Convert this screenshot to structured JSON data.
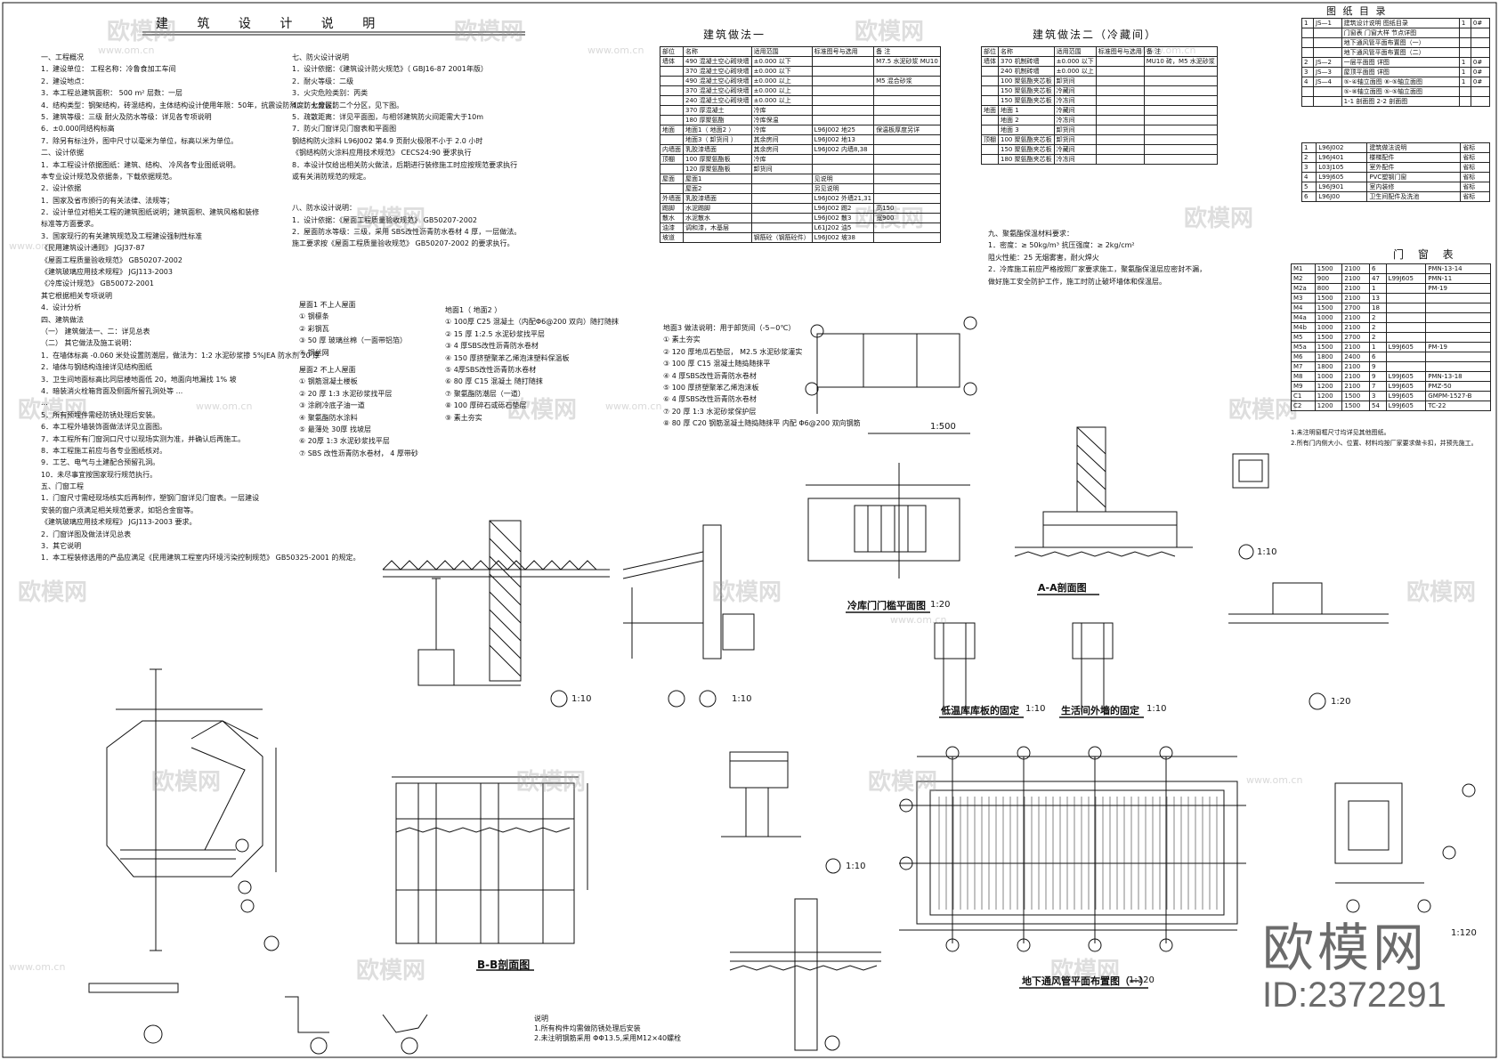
{
  "design_notes": {
    "title": "建 筑 设 计 说 明",
    "lines": [
      "一、工程概况",
      "1．建设单位：                       工程名称：冷鲁食加工车间",
      "2．建设地点：",
      "3．本工程总建筑面积： 500 m²    层数：一层",
      "4．结构类型：钢架结构，砖混结构，主体结构设计使用年限：50年，抗震设防烈度：七度设防",
      "5．建筑等级：三级   耐火及防水等级：详见各专项说明",
      "6．±0.000同结构标高",
      "7．除另有标注外，图中尺寸以毫米为单位，标高以米为单位。",
      "二、设计依据",
      "1．本工程设计依据图纸：建筑、结构、   冷风各专业图纸说明。",
      "   本专业设计规范及依据条，下载依据规范。",
      "2．设计依据",
      "1．国家及省市颁行的有关法律、法规等；",
      "2．设计单位对相关工程的建筑图纸说明；建筑面积、建筑风格和装修",
      "   标准等方面要求。",
      "3．国家现行的有关建筑规范及工程建设强制性标准",
      "   《民用建筑设计通则》                JGJ37-87",
      "   《屋面工程质量验收规范》            GB50207-2002",
      "   《建筑玻璃应用技术规程》            JGJ113-2003",
      "   《冷库设计规范》                    GB50072-2001",
      "   其它根据相关专项说明",
      "4．设计分析",
      "四、建筑做法",
      "（一）  建筑做法一、二：详见总表",
      "（二）  其它做法及施工说明：",
      "1．在墙体标高 -0.060 米处设置防潮层，做法为：1:2 水泥砂浆掺 5%JEA 防水剂 20 厚",
      "2．墙体与钢结构连接详见结构图纸",
      "3．卫生间地面标高比同层楼地面低 20，地面向地漏找 1% 坡",
      "4．暗装消火栓箱背面及侧面所留孔洞处等 ...",
      "   ...",
      "5．所有预埋件需经防锈处理后安装。",
      "6．本工程外墙装饰面做法详见立面图。",
      "7．本工程所有门窗洞口尺寸以现场实测为准，并确认后再施工。",
      "8．本工程施工前应与各专业图纸核对。",
      "9．工艺、电气与土建配合预留孔洞。",
      "10．未尽事宜按国家现行规范执行。",
      "五、门窗工程",
      "1．门窗尺寸需经现场核实后再制作，塑钢门窗详见门窗表。一层建设",
      "   安装的窗户须满足相关规范要求，如铝合金窗等。",
      "   《建筑玻璃应用技术规程》 JGJ113-2003   要求。",
      "2．门窗详图及做法详见总表",
      "3．其它说明",
      "1．本工程装修选用的产品应满足《民用建筑工程室内环境污染控制规范》 GB50325-2001   的规定。"
    ]
  },
  "fire_notes": {
    "lines": [
      "七、防火设计说明",
      "1．设计依据：《建筑设计防火规范》（ GBJ16-87 2001年版）",
      "2．耐火等级：二级",
      "3．火灾危险类别：丙类",
      "4．防火分区：二个分区，见下图。",
      "5．疏散距离：详见平面图，与相邻建筑防火间距需大于10m",
      "7．防火门窗详见门窗表和平面图",
      "   钢结构防火涂料 L96J002 第4.9 页耐火极限不小于 2.0  小时",
      "   《钢结构防火涂料应用技术规范》 CECS24:90   要求执行",
      "8．本设计仅给出相关防火做法，后期进行装修施工时应按规范要求执行",
      "   或有关消防规范的规定。",
      "八、防水设计说明：",
      "1．设计依据：《屋面工程质量验收规范》 GB50207-2002",
      "2．屋面防水等级：三级，采用 SBS改性沥青防水卷材 4 厚，一层做法。",
      "   施工要求按《屋面工程质量验收规范》 GB50207-2002 的要求执行。"
    ]
  },
  "roof_specs": {
    "left_lines": [
      "屋面1     不上人屋面",
      "①   钢檩条",
      "②   彩钢瓦",
      "③   50 厚 玻璃丝棉（一面带铝箔）",
      "④   钢丝网",
      "屋面2     不上人屋面",
      "①   钢筋混凝土楼板",
      "②   20 厚 1:3 水泥砂浆找平层",
      "③   涂刷冷底子油一道",
      "④   聚氨酯防水涂料",
      "⑤   最薄处 30厚 找坡层",
      "⑥   20厚 1:3 水泥砂浆找平层",
      "⑦   SBS 改性沥青防水卷材， 4 厚带砂"
    ],
    "right_lines": [
      "地面1（ 地面2 ）",
      "①   100厚 C25 混凝土（内配Φ6@200 双向）随打随抹",
      "②   15 厚 1:2.5 水泥砂浆找平层",
      "③   4 厚SBS改性沥青防水卷材",
      "④   150 厚挤塑聚苯乙烯泡沫塑料保温板",
      "⑤   4厚SBS改性沥青防水卷材",
      "⑥   80 厚 C15 混凝土 随打随抹",
      "⑦   聚氨酯防潮层（一道）",
      "⑧   100 厚碎石或砾石垫层",
      "⑨   素土夯实"
    ]
  },
  "floor_notes": {
    "lines": [
      "地面3       做法说明：用于卸货间（-5~0℃）",
      "①   素土夯实",
      "②   120 厚地瓜石垫层， M2.5 水泥砂浆灌实",
      "③   100 厚 C15 混凝土随捣随抹平",
      "④   4 厚SBS改性沥青防水卷材",
      "⑤   100 厚挤塑聚苯乙烯泡沫板",
      "⑥   4 厚SBS改性沥青防水卷材",
      "⑦   20 厚 1:3 水泥砂浆保护层",
      "⑧   80 厚 C20 钢筋混凝土随捣随抹平 内配 Φ6@200 双向钢筋"
    ]
  },
  "method1": {
    "title": "建筑做法一",
    "headers": [
      "部位",
      "名称",
      "适用范围",
      "标准图号与选用",
      "备 注"
    ],
    "rows": [
      [
        "墙体",
        "490 混凝土空心砌块墙",
        "±0.000 以下",
        "",
        "M7.5 水泥砂浆 MU10"
      ],
      [
        "",
        "370 混凝土空心砌块墙",
        "±0.000 以下",
        "",
        ""
      ],
      [
        "",
        "490 混凝土空心砌块墙",
        "±0.000 以上",
        "",
        "M5 混合砂浆"
      ],
      [
        "",
        "370 混凝土空心砌块墙",
        "±0.000 以上",
        "",
        ""
      ],
      [
        "",
        "240 混凝土空心砌块墙",
        "±0.000 以上",
        "",
        ""
      ],
      [
        "",
        "370 厚混凝土",
        "冷库",
        "",
        ""
      ],
      [
        "",
        "180 厚聚氨酯",
        "冷库保温",
        "",
        ""
      ],
      [
        "地面",
        "地面1（ 地面2 ）",
        "冷库",
        "L96J002 地25",
        "保温板厚度另详"
      ],
      [
        "",
        "地面3（ 卸货间 ）",
        "其余房间",
        "L96J002 地13",
        ""
      ],
      [
        "内墙面",
        "乳胶漆墙面",
        "其余房间",
        "L96J002 内墙8,38",
        ""
      ],
      [
        "顶棚",
        "100 厚聚氨酯板",
        "冷库",
        "",
        ""
      ],
      [
        "",
        "120 厚聚氨酯板",
        "卸货间",
        "",
        ""
      ],
      [
        "屋面",
        "屋面1",
        "",
        "见说明",
        ""
      ],
      [
        "",
        "屋面2",
        "",
        "另见说明",
        ""
      ],
      [
        "外墙面",
        "乳胶漆墙面",
        "",
        "L96J002 外墙21,31",
        ""
      ],
      [
        "踢脚",
        "水泥踢脚",
        "",
        "L96J002 踢2",
        "高150"
      ],
      [
        "散水",
        "水泥散水",
        "",
        "L96J002 散3",
        "宽900"
      ],
      [
        "油漆",
        "调和漆，木基层",
        "",
        "L61J202 油5",
        ""
      ],
      [
        "坡道",
        "",
        "钢筋砼（钢筋砼件）",
        "L96J002 坡38",
        ""
      ]
    ]
  },
  "method2": {
    "title": "建筑做法二（冷藏间）",
    "headers": [
      "部位",
      "名称",
      "适用范围",
      "标准图号与选用",
      "备 注"
    ],
    "rows": [
      [
        "墙体",
        "370 机制砖墙",
        "±0.000 以下",
        "",
        "MU10 砖，M5 水泥砂浆"
      ],
      [
        "",
        "240 机制砖墙",
        "±0.000 以上",
        "",
        ""
      ],
      [
        "",
        "100 聚氨酯夹芯板",
        "卸货间",
        "",
        ""
      ],
      [
        "",
        "150 聚氨酯夹芯板",
        "冷藏间",
        "",
        ""
      ],
      [
        "",
        "150 聚氨酯夹芯板",
        "冷冻间",
        "",
        ""
      ],
      [
        "地面",
        "地面 1",
        "冷藏间",
        "",
        ""
      ],
      [
        "",
        "地面 2",
        "冷冻间",
        "",
        ""
      ],
      [
        "",
        "地面 3",
        "卸货间",
        "",
        ""
      ],
      [
        "顶棚",
        "100 聚氨酯夹芯板",
        "卸货间",
        "",
        ""
      ],
      [
        "",
        "150 聚氨酯夹芯板",
        "冷藏间",
        "",
        ""
      ],
      [
        "",
        "180 聚氨酯夹芯板",
        "冷冻间",
        "",
        ""
      ]
    ],
    "notes": [
      "九、聚氨酯保温材料要求：",
      "1．密度：≥ 50kg/m³    抗压强度：≥ 2kg/cm²",
      "   阻火性能：25  无烟雾害，耐火焊火",
      "2．冷库施工前应严格按照厂家要求施工，聚氨酯保温层应密封不漏，",
      "   做好施工安全防护工作，施工时防止破坏墙体和保温层。"
    ]
  },
  "drawing_index": {
    "title": "图 纸 目 录",
    "rows": [
      [
        "1",
        "JS—1",
        "建筑设计说明  图纸目录",
        "1",
        "0#"
      ],
      [
        "",
        "",
        "门窗表  门窗大样  节点详图",
        "",
        ""
      ],
      [
        "",
        "",
        "地下通风管平面布置图（一）",
        "",
        ""
      ],
      [
        "",
        "",
        "地下通风管平面布置图（二）",
        "",
        ""
      ],
      [
        "2",
        "JS—2",
        "一层平面图  详图",
        "1",
        "0#"
      ],
      [
        "3",
        "JS—3",
        "屋顶平面图  详图",
        "1",
        "0#"
      ],
      [
        "4",
        "JS—4",
        "⑤-④轴立面图  ⑧-⑤轴立面图",
        "1",
        "0#"
      ],
      [
        "",
        "",
        "⑤-⑧轴立面图  ⑤-⑤轴立面图",
        "",
        ""
      ],
      [
        "",
        "",
        "1-1 剖面图  2-2 剖面图",
        "",
        ""
      ]
    ],
    "std_rows": [
      [
        "1",
        "L96J002",
        "建筑做法说明",
        "省标"
      ],
      [
        "2",
        "L96J401",
        "楼梯配件",
        "省标"
      ],
      [
        "3",
        "L03J105",
        "室外配件",
        "省标"
      ],
      [
        "4",
        "L99J605",
        "PVC塑钢门窗",
        "省标"
      ],
      [
        "5",
        "L96J901",
        "室内装修",
        "省标"
      ],
      [
        "6",
        "L96J00",
        "卫生间配件及洗池",
        "省标"
      ]
    ]
  },
  "door_window": {
    "title": "门 窗 表",
    "rows": [
      [
        "M1",
        "1500",
        "2100",
        "6",
        "",
        "PMN-13-14"
      ],
      [
        "M2",
        "900",
        "2100",
        "47",
        "L99J605",
        "PMN-11"
      ],
      [
        "M2a",
        "800",
        "2100",
        "1",
        "",
        "PM-19"
      ],
      [
        "M3",
        "1500",
        "2100",
        "13",
        "",
        ""
      ],
      [
        "M4",
        "1500",
        "2700",
        "18",
        "",
        ""
      ],
      [
        "M4a",
        "1000",
        "2100",
        "2",
        "",
        ""
      ],
      [
        "M4b",
        "1000",
        "2100",
        "2",
        "",
        ""
      ],
      [
        "M5",
        "1500",
        "2700",
        "2",
        "",
        ""
      ],
      [
        "M5a",
        "1500",
        "2100",
        "1",
        "L99J605",
        "PM-19"
      ],
      [
        "M6",
        "1800",
        "2400",
        "6",
        "",
        ""
      ],
      [
        "M7",
        "1800",
        "2100",
        "9",
        "",
        ""
      ],
      [
        "M8",
        "1000",
        "2100",
        "9",
        "L99J605",
        "PMN-13-18"
      ],
      [
        "M9",
        "1200",
        "2100",
        "7",
        "L99J605",
        "PMZ-50"
      ],
      [
        "C1",
        "1200",
        "1500",
        "3",
        "L99J605",
        "GMPM-1527-B"
      ],
      [
        "C2",
        "1200",
        "1500",
        "54",
        "L99J605",
        "TC-22"
      ]
    ],
    "notes": [
      "1.未注明窗框尺寸均详见其他图纸。",
      "2.所有门内侧大小、位置、材料均按厂家要求做卡扣，并预先施工。"
    ]
  },
  "drawing_titles": {
    "bb": "B-B剖面图",
    "cold_door": "冷库门门槛平面图",
    "cold_door_scale": "1:20",
    "aa": "A-A剖面图",
    "low_temp": "低温库库板的固定",
    "low_temp_scale": "1:10",
    "life_wall": "生活间外墙的固定",
    "life_wall_scale": "1:10",
    "duct_plan": "地下通风管平面布置图（一）",
    "duct_scale": "1:120",
    "plan_scale": "1:500",
    "scale_110": "1:10",
    "scale_120": "1:20",
    "scale_right": "1:120",
    "note_title": "说明",
    "note_lines": [
      "1.所有构件均需做防锈处理后安装",
      "2.未注明钢筋采用 ΦΦ13.5,采用M12×40螺栓"
    ]
  },
  "watermark": {
    "brand": "欧模网",
    "url": "www.om.cn",
    "id": "ID:2372291"
  }
}
